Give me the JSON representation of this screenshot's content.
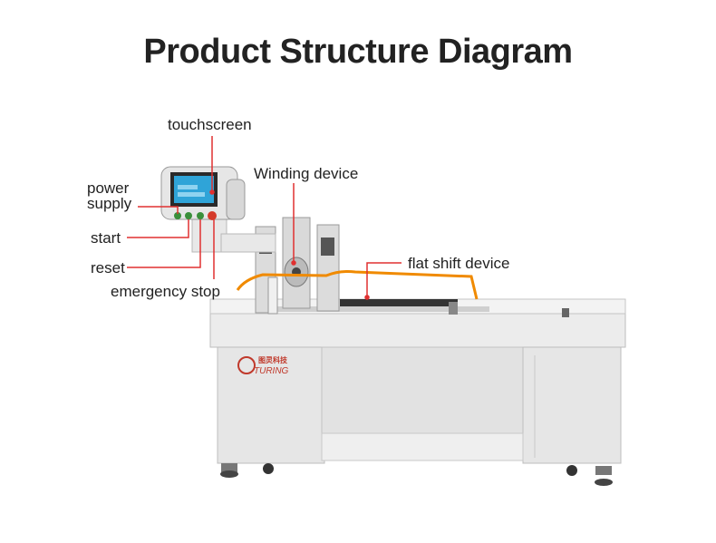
{
  "title": "Product Structure Diagram",
  "labels": {
    "touchscreen": "touchscreen",
    "power_supply_line1": "power",
    "power_supply_line2": "supply",
    "start": "start",
    "reset": "reset",
    "emergency_stop": "emergency stop",
    "winding_device": "Winding device",
    "flat_shift_device": "flat shift device"
  },
  "brand": {
    "cn": "图灵科技",
    "en": "TURING"
  },
  "colors": {
    "leader_line": "#e03030",
    "machine_body": "#e9e9e9",
    "wire": "#f08a00",
    "screen": "#2fa4d8"
  }
}
